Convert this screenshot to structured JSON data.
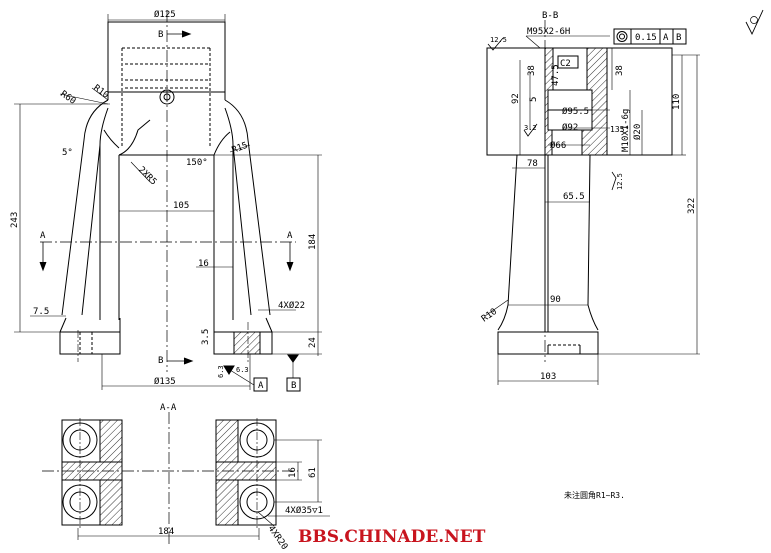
{
  "colors": {
    "line": "#000000",
    "hatch": "#000000",
    "watermark": "#c8141e",
    "background": "#ffffff"
  },
  "front_view": {
    "dia_top": "Ø125",
    "section_mark_top": "B",
    "r60": "R60",
    "r10": "R10",
    "angle_5": "5°",
    "r15": "R15",
    "fillets": "2XR5",
    "angle_150": "150°",
    "width_105": "105",
    "height_243": "243",
    "height_184": "184",
    "section_a_left": "A",
    "section_a_right": "A",
    "dim_16": "16",
    "dim_7_5": "7.5",
    "holes": "4XØ22",
    "dim_3_5": "3.5",
    "dim_24": "24",
    "section_mark_bottom": "B",
    "rough_6_3_left": "6.3",
    "rough_6_3_right": "6.3",
    "dia_135": "Ø135",
    "datum_a": "A",
    "datum_b": "B"
  },
  "section_bb": {
    "title": "B-B",
    "thread_top": "M95X2-6H",
    "tolerance_value": "0.15",
    "tolerance_ref_a": "A",
    "tolerance_ref_b": "B",
    "rough_12_5_top": "12.5",
    "dim_38_left": "38",
    "dim_47_5": "47.5",
    "chamfer": "C2",
    "dim_38_right": "38",
    "dim_92_left": "92",
    "dim_5": "5",
    "dia_95_5": "Ø95.5",
    "dia_92": "Ø92",
    "dia_66": "Ø66",
    "rough_3_2": "3.2",
    "angle_135": "135°",
    "thread_side": "M10X1-6g",
    "dia_20": "Ø20",
    "dim_110": "110",
    "dim_322": "322",
    "dim_78": "78",
    "rough_12_5_mid": "12.5",
    "dim_65_5": "65.5",
    "r10": "R10",
    "dim_90": "90",
    "dim_103": "103"
  },
  "section_aa": {
    "title": "A-A",
    "dim_16": "16",
    "dim_61": "61",
    "counterbore": "4XØ35▽1",
    "chamfer": "4XR20",
    "dim_184": "184"
  },
  "notes": {
    "fillet_note": "未注圆角R1~R3."
  },
  "watermark": "BBS.CHINADE.NET"
}
